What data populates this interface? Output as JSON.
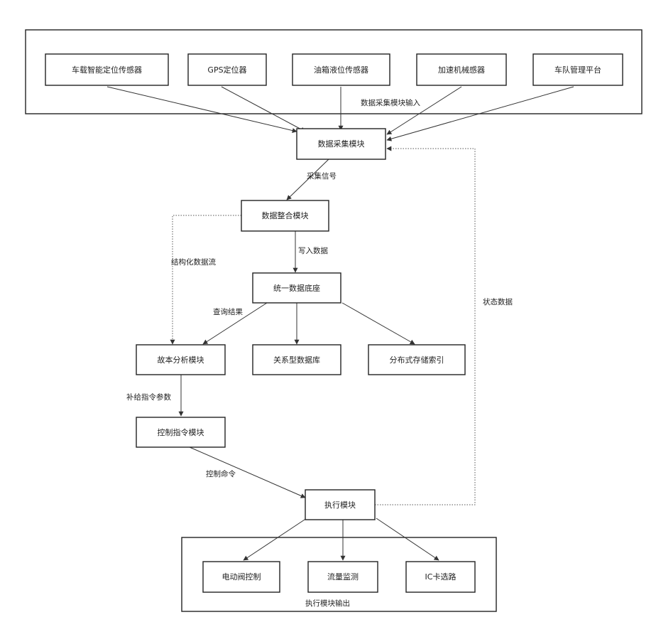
{
  "diagram": {
    "nodes": {
      "sensor_car_position": "车载智能定位传感器",
      "gps_locator": "GPS定位器",
      "fuel_sensor": "油箱液位传感器",
      "accel_sensor": "加速机械感器",
      "fleet_platform": "车队管理平台",
      "data_collection": "数据采集模块",
      "data_integration": "数据整合模块",
      "unified_database": "统一数据底座",
      "fuel_analysis": "故本分析模块",
      "relational_db": "关系型数据库",
      "distributed_storage": "分布式存储索引",
      "control_instruction": "控制指令模块",
      "execution_module": "执行模块",
      "valve_control": "电动阀控制",
      "flow_monitor": "流量监测",
      "ic_card": "IC卡选路"
    },
    "edge_labels": {
      "collection_input": "数据采集模块输入",
      "collect_signal": "采集信号",
      "write_data": "写入数据",
      "structured_data": "结构化数据流",
      "query_result": "查询结果",
      "feedback_params": "补给指令参数",
      "control_command": "控制命令",
      "status_data": "状态数据",
      "execution_output": "执行模块输出"
    }
  }
}
